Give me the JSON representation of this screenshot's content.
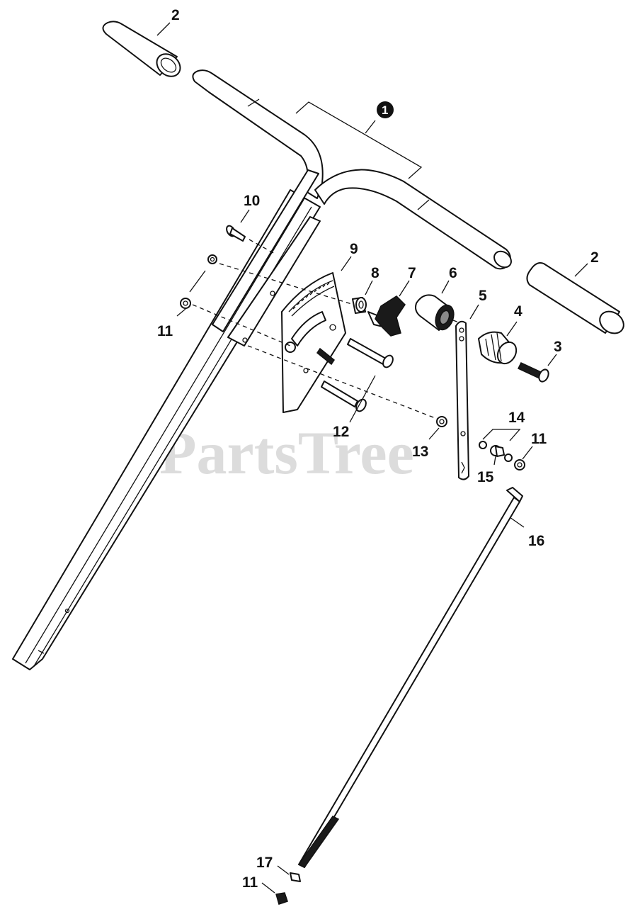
{
  "watermark": {
    "text": "PartsTree"
  },
  "callouts": {
    "c1": "1",
    "c2a": "2",
    "c2b": "2",
    "c3": "3",
    "c4": "4",
    "c5": "5",
    "c6": "6",
    "c7": "7",
    "c8": "8",
    "c9": "9",
    "c10": "10",
    "c11a": "11",
    "c11b": "11",
    "c11c": "11",
    "c12": "12",
    "c13": "13",
    "c14": "14",
    "c15": "15",
    "c16": "16",
    "c17": "17"
  },
  "colors": {
    "line": "#111111",
    "watermark": "#c9c9c9",
    "background": "#ffffff"
  }
}
